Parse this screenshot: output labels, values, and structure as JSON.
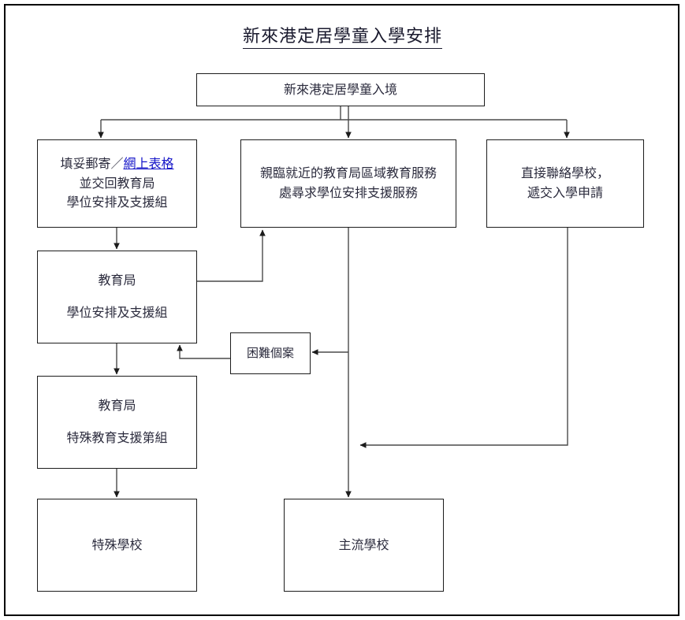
{
  "diagram": {
    "type": "flowchart",
    "title": "新來港定居學童入學安排",
    "frame_color": "#000000",
    "box_border_color": "#1c1c1c",
    "text_color": "#2b2b3d",
    "link_color": "#1414c8",
    "nodes": {
      "entry": {
        "id": "entry",
        "text": "新來港定居學童入境"
      },
      "form": {
        "id": "form",
        "line1_a": "填妥郵寄／",
        "line1_link": "網上表格",
        "line2": "並交回教育局",
        "line3": "學位安排及支援組"
      },
      "visit": {
        "id": "visit",
        "line1": "親臨就近的教育局區域教育服務",
        "line2": "處尋求學位安排支援服務"
      },
      "contact_school": {
        "id": "contact_school",
        "line1": "直接聯絡學校，",
        "line2": "遞交入學申請"
      },
      "edb_placement": {
        "id": "edb_placement",
        "line1": "教育局",
        "line2": "學位安排及支援組"
      },
      "hard_case": {
        "id": "hard_case",
        "text": "困難個案"
      },
      "edb_sen": {
        "id": "edb_sen",
        "line1": "教育局",
        "line2": "特殊教育支援第組"
      },
      "special_school": {
        "id": "special_school",
        "text": "特殊學校"
      },
      "mainstream_school": {
        "id": "mainstream_school",
        "text": "主流學校"
      }
    },
    "edges": [
      {
        "from": "entry",
        "to": "form",
        "style": "elbow-down-left",
        "arrow": true
      },
      {
        "from": "entry",
        "to": "visit",
        "style": "straight-down",
        "arrow": true
      },
      {
        "from": "entry",
        "to": "contact_school",
        "style": "elbow-down-right",
        "arrow": true
      },
      {
        "from": "form",
        "to": "edb_placement",
        "style": "straight-down",
        "arrow": true
      },
      {
        "from": "edb_placement",
        "to": "visit",
        "style": "right-then-up",
        "arrow": true
      },
      {
        "from": "edb_placement",
        "to": "edb_sen",
        "style": "straight-down",
        "arrow": true
      },
      {
        "from": "hard_case",
        "to": "edb_placement",
        "style": "left-then-up",
        "arrow": true
      },
      {
        "from": "visit",
        "to": "hard_case",
        "style": "down-then-left",
        "arrow": true
      },
      {
        "from": "visit",
        "to": "mainstream_school",
        "style": "straight-down",
        "arrow": true
      },
      {
        "from": "contact_school",
        "to": "mainstream_school",
        "style": "down-then-left",
        "arrow": true
      },
      {
        "from": "edb_sen",
        "to": "special_school",
        "style": "straight-down",
        "arrow": true
      }
    ]
  }
}
